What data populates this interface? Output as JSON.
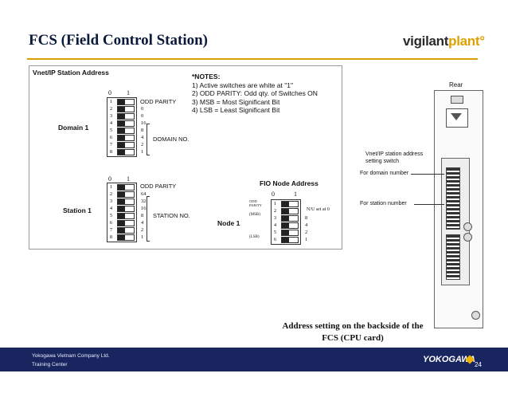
{
  "header": {
    "title": "FCS (Field Control Station)",
    "logo_part1": "vigilant",
    "logo_part2": "plant",
    "logo_mark": "°"
  },
  "panel": {
    "title": "Vnet/IP Station Address",
    "notes": {
      "heading": "*NOTES:",
      "lines": [
        "1) Active switches are white at \"1\"",
        "2) ODD PARITY: Odd qty. of Switches ON",
        "3) MSB = Most Significant Bit",
        "4) LSB = Least Significant Bit"
      ]
    },
    "domain": {
      "label": "Domain 1",
      "col0": "0",
      "col1": "1",
      "odd_parity": "ODD PARITY",
      "sub_label": "DOMAIN NO.",
      "values": [
        "0",
        "0",
        "16",
        "8",
        "4",
        "2",
        "1"
      ],
      "switch_numbers": [
        "1",
        "2",
        "3",
        "4",
        "5",
        "6",
        "7",
        "8"
      ]
    },
    "station": {
      "label": "Station 1",
      "col0": "0",
      "col1": "1",
      "odd_parity": "ODD PARITY",
      "sub_label": "STATION NO.",
      "values": [
        "64",
        "32",
        "16",
        "8",
        "4",
        "2",
        "1"
      ],
      "switch_numbers": [
        "1",
        "2",
        "3",
        "4",
        "5",
        "6",
        "7",
        "8"
      ]
    },
    "fio": {
      "title": "FIO Node Address",
      "col0": "0",
      "col1": "1",
      "node_label": "Node 1",
      "odd_parity_label": "ODD PARITY",
      "msb": "(MSB)",
      "lsb": "(LSB)",
      "nu_label": "N/U set at 0",
      "values": [
        "8",
        "4",
        "2",
        "1"
      ],
      "switch_numbers": [
        "1",
        "2",
        "3",
        "4",
        "5",
        "6"
      ]
    }
  },
  "card": {
    "rear_label": "Rear",
    "setting_label_1": "Vnet/IP station address",
    "setting_label_2": "setting switch",
    "domain_label": "For domain number",
    "station_label": "For station number"
  },
  "caption": {
    "line1": "Address setting on the backside of the",
    "line2": "FCS (CPU card)"
  },
  "footer": {
    "company": "Yokogawa Vietnam Company Ltd.",
    "center": "Training Center",
    "brand": "YOKOGAWA",
    "page": "24",
    "bar_color": "#18255e",
    "accent_color": "#f0b400"
  }
}
